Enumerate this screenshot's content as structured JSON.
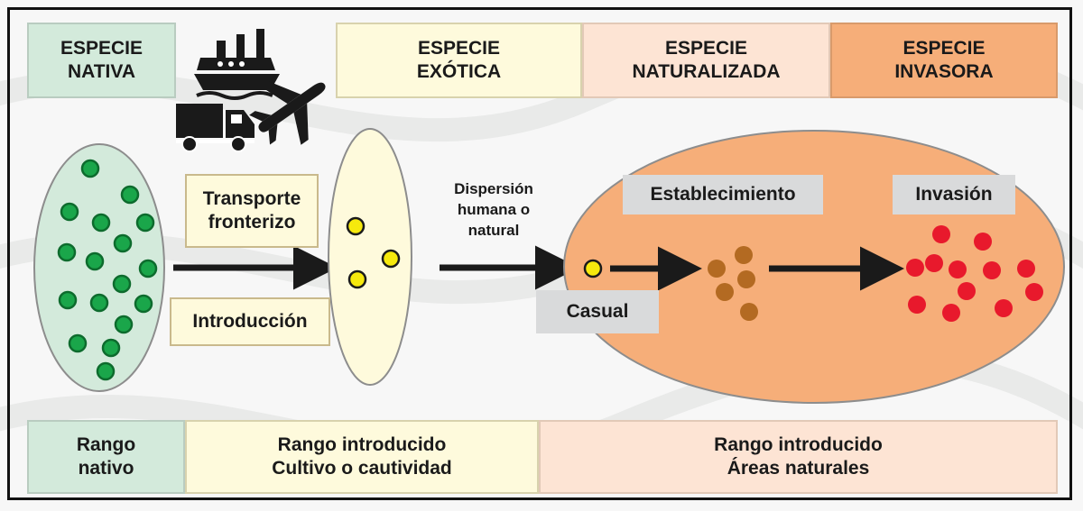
{
  "headers": {
    "nativa": "ESPECIE\nNATIVA",
    "exotica": "ESPECIE\nEXÓTICA",
    "naturalizada": "ESPECIE\nNATURALIZADA",
    "invasora": "ESPECIE\nINVASORA"
  },
  "labels": {
    "transporte": "Transporte\nfronterizo",
    "introduccion": "Introducción",
    "dispersion": "Dispersión\nhumana o\nnatural",
    "establecimiento": "Establecimiento",
    "invasion": "Invasión",
    "casual": "Casual"
  },
  "footer": {
    "nativo": "Rango\nnativo",
    "cultivo": "Rango introducido\nCultivo o cautividad",
    "naturales": "Rango introducido\nÁreas naturales"
  },
  "icons": [
    "ship-icon",
    "truck-icon",
    "airplane-icon"
  ],
  "colors": {
    "native_fill": "#d3eadb",
    "native_dot": "#1aa64a",
    "exotic_fill": "#fefadc",
    "exotic_dot": "#f6e90d",
    "naturalized_fill": "#fde4d4",
    "invasive_fill": "#f6ae79",
    "established_dot": "#b36a22",
    "invasive_dot": "#e8192c",
    "arrow": "#1a1a1a"
  }
}
